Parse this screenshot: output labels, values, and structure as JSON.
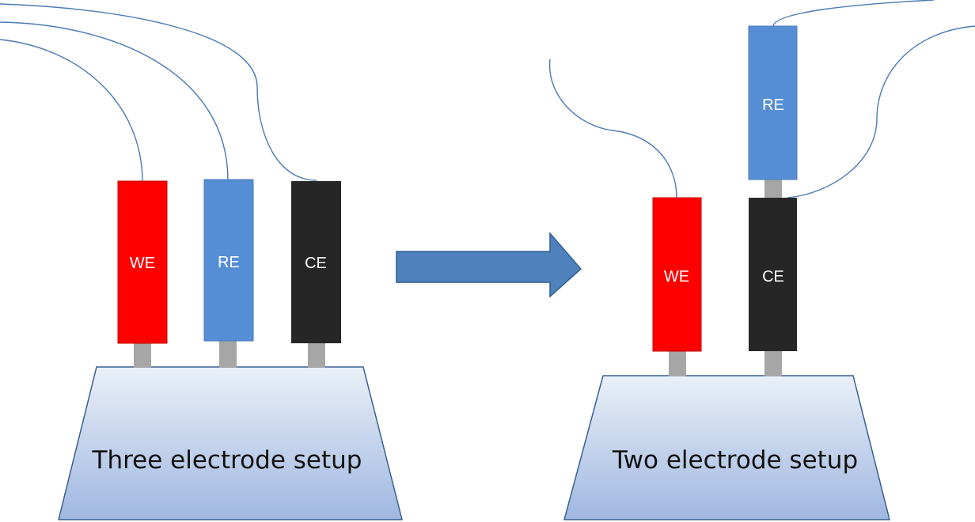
{
  "colors": {
    "we": "#ff0000",
    "re": "#558ed5",
    "ce": "#262626",
    "wire": "#4a7ab5",
    "arrow": "#4f81bd",
    "base_top": "#eaf0f8",
    "base_bottom": "#9fb7e0",
    "pin": "#a6a6a6"
  },
  "left_setup": {
    "label": "Three electrode setup",
    "electrodes": {
      "we": "WE",
      "re": "RE",
      "ce": "CE"
    }
  },
  "right_setup": {
    "label": "Two electrode setup",
    "electrodes": {
      "we": "WE",
      "re": "RE",
      "ce": "CE"
    }
  }
}
